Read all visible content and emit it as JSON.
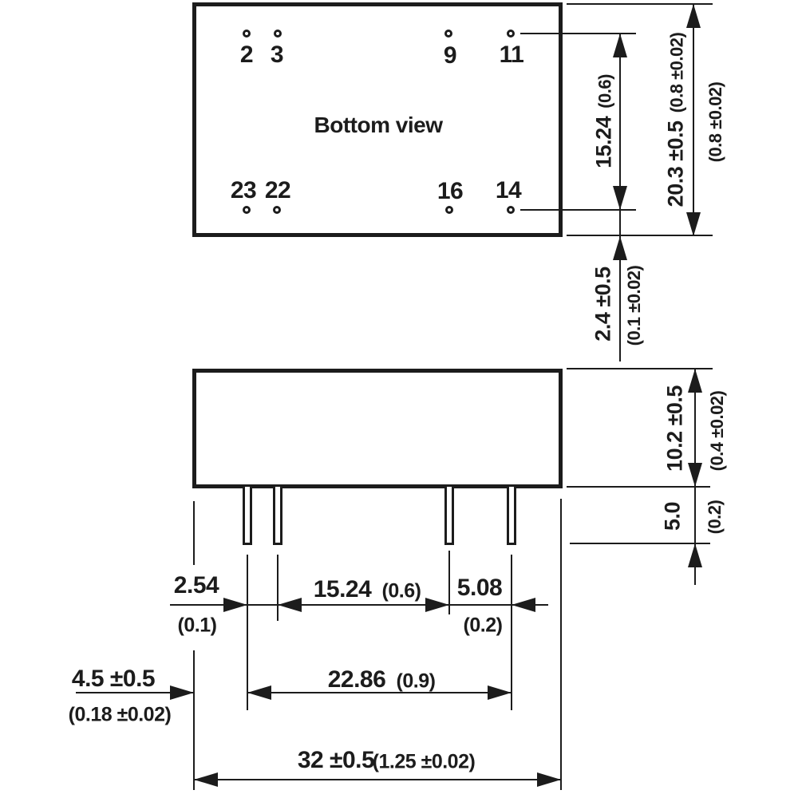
{
  "colors": {
    "ink": "#1c1c1c",
    "paper": "#ffffff"
  },
  "view": {
    "title": "Bottom view"
  },
  "pins": {
    "top": [
      "2",
      "3",
      "9",
      "11"
    ],
    "bottom": [
      "23",
      "22",
      "16",
      "14"
    ]
  },
  "dimensions": {
    "pin_row_span_vertical": {
      "mm": "15.24",
      "inch": "(0.6)"
    },
    "case_depth": {
      "mm": "20.3 ±0.5",
      "inch": "(0.8 ±0.02)",
      "inch_repeat": "(0.8 ±0.02)"
    },
    "pin_row_to_edge": {
      "mm": "2.4 ±0.5",
      "inch": "(0.1 ±0.02)"
    },
    "case_height": {
      "mm": "10.2 ±0.5",
      "inch": "(0.4 ±0.02)"
    },
    "pin_length": {
      "mm": "5.0",
      "inch": "(0.2)"
    },
    "pin_pitch_small": {
      "mm": "2.54",
      "inch": "(0.1)"
    },
    "pin_row_span_horizontal": {
      "mm": "15.24",
      "inch": "(0.6)"
    },
    "pin_pitch_large": {
      "mm": "5.08",
      "inch": "(0.2)"
    },
    "edge_to_first_pin": {
      "mm": "4.5 ±0.5",
      "inch": "(0.18 ±0.02)"
    },
    "pin_span_total": {
      "mm": "22.86",
      "inch": "(0.9)"
    },
    "case_width": {
      "mm": "32 ±0.5",
      "inch": "(1.25 ±0.02)"
    }
  }
}
